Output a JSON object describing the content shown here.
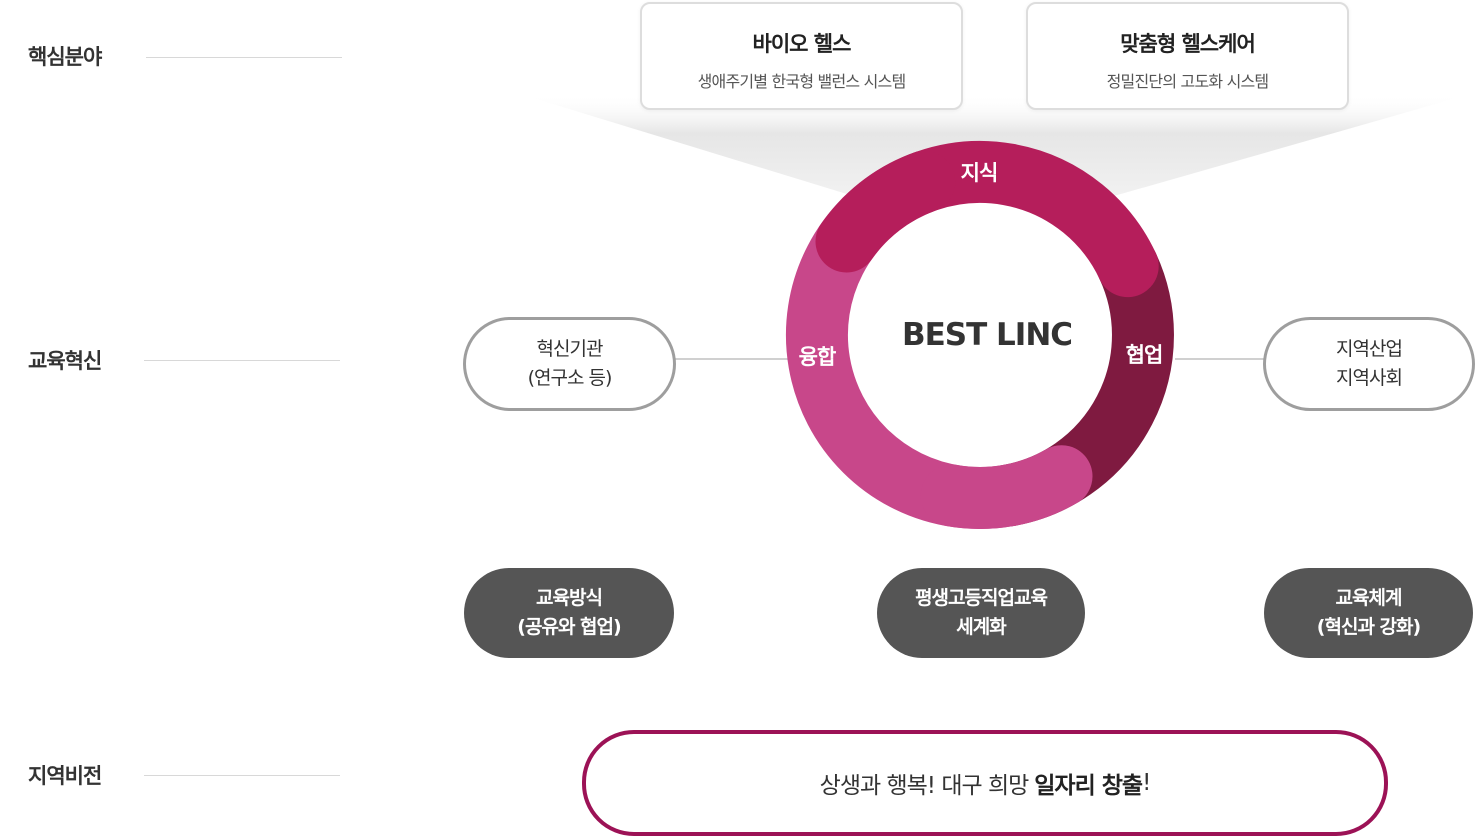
{
  "side_labels": {
    "core": "핵심분야",
    "edu": "교육혁신",
    "vision": "지역비전"
  },
  "top_cards": [
    {
      "title": "바이오 헬스",
      "subtitle": "생애주기별 한국형 밸런스 시스템"
    },
    {
      "title": "맞춤형 헬스케어",
      "subtitle": "정밀진단의 고도화 시스템"
    }
  ],
  "ring": {
    "center": "BEST LINC",
    "seg_top": "지식",
    "seg_left": "융합",
    "seg_right": "협업",
    "colors": {
      "top": "#b51e5b",
      "left": "#c8478a",
      "right": "#7f1a40"
    }
  },
  "left_pill": {
    "line1": "혁신기관",
    "line2": "(연구소 등)"
  },
  "right_pill": {
    "line1": "지역산업",
    "line2": "지역사회"
  },
  "dark_pills": [
    {
      "line1": "교육방식",
      "line2": "(공유와 협업)"
    },
    {
      "line1": "평생고등직업교육",
      "line2": "세계화"
    },
    {
      "line1": "교육체계",
      "line2": "(혁신과 강화)"
    }
  ],
  "vision": {
    "prefix": "상생과 행복! 대구 희망",
    "bold": "일자리 창출",
    "suffix": "!",
    "border_color": "#9c1256"
  }
}
